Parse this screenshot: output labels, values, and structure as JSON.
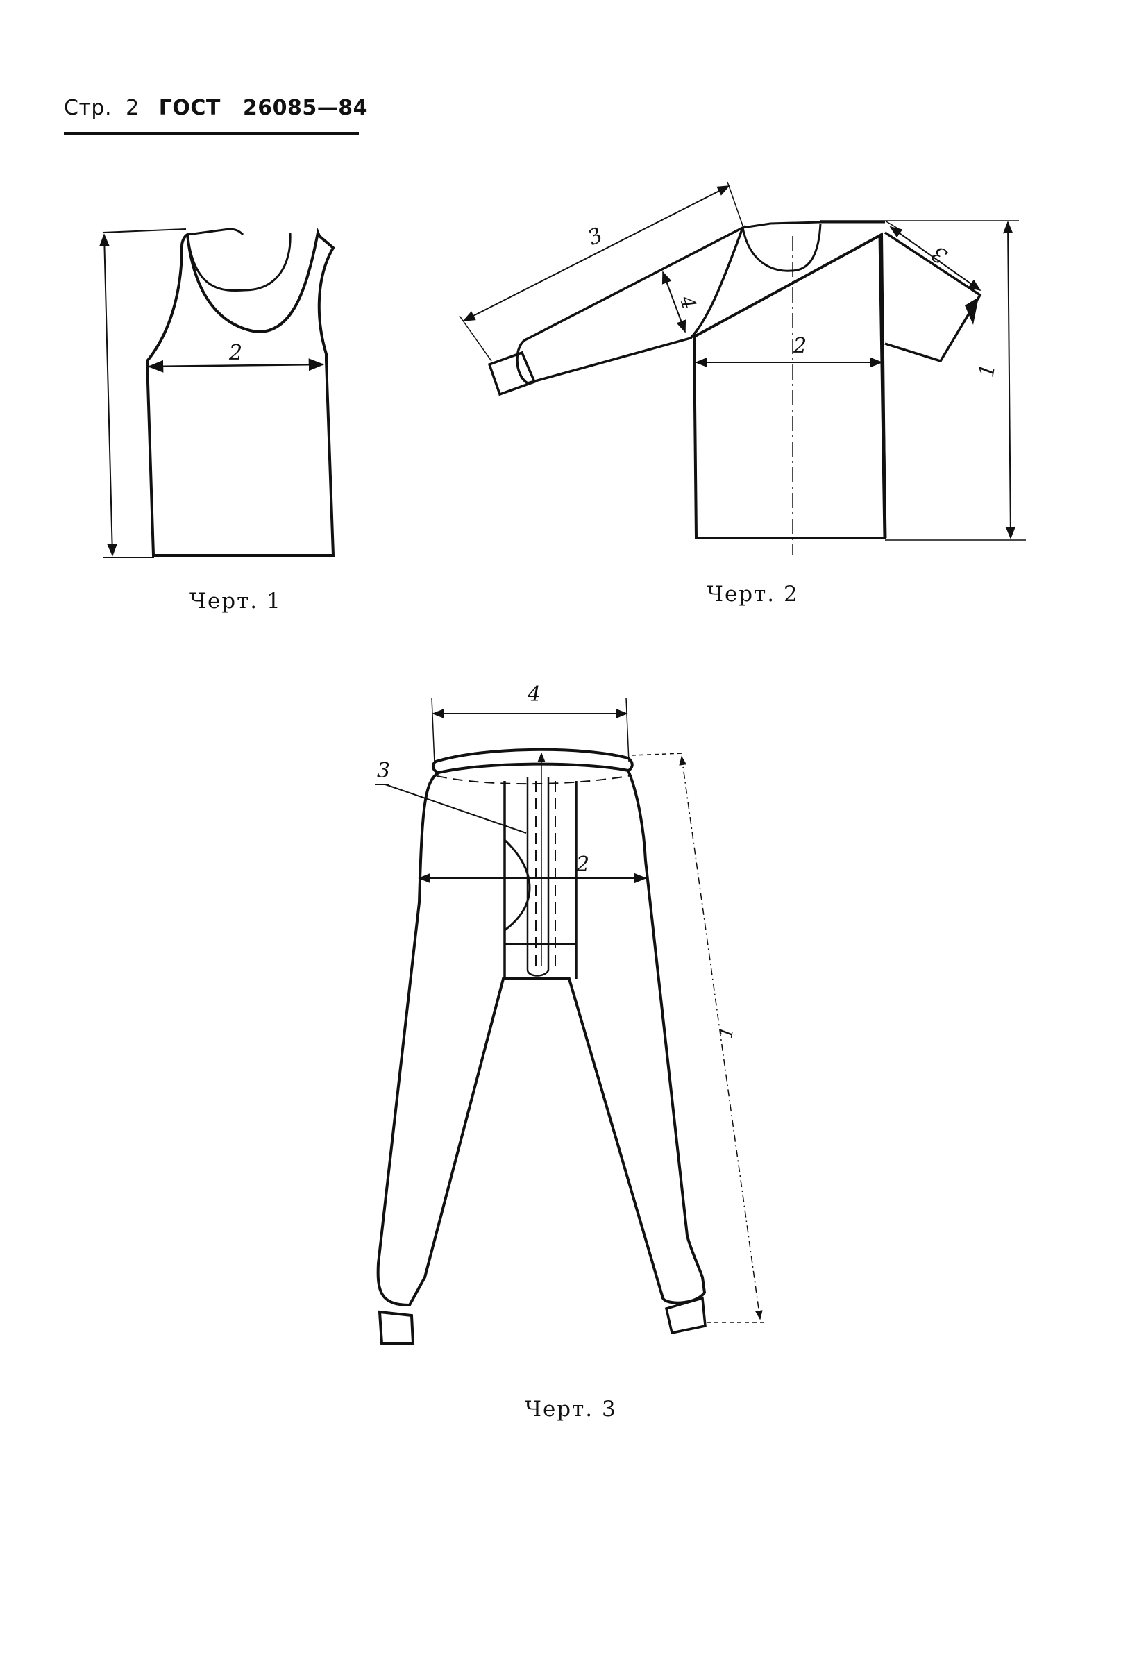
{
  "header": {
    "page_label": "Стр.",
    "page_number": "2",
    "standard": "ГОСТ",
    "standard_number": "26085—84"
  },
  "figures": [
    {
      "caption": "Черт. 1",
      "labels": {
        "chest_width": "2"
      }
    },
    {
      "caption": "Черт. 2",
      "labels": {
        "length": "1",
        "chest_width": "2",
        "sleeve_length": "3",
        "sleeve_width": "4"
      }
    },
    {
      "caption": "Черт. 3",
      "labels": {
        "length": "1",
        "hip_width": "2",
        "fly_length": "3",
        "waist_width": "4"
      }
    }
  ]
}
